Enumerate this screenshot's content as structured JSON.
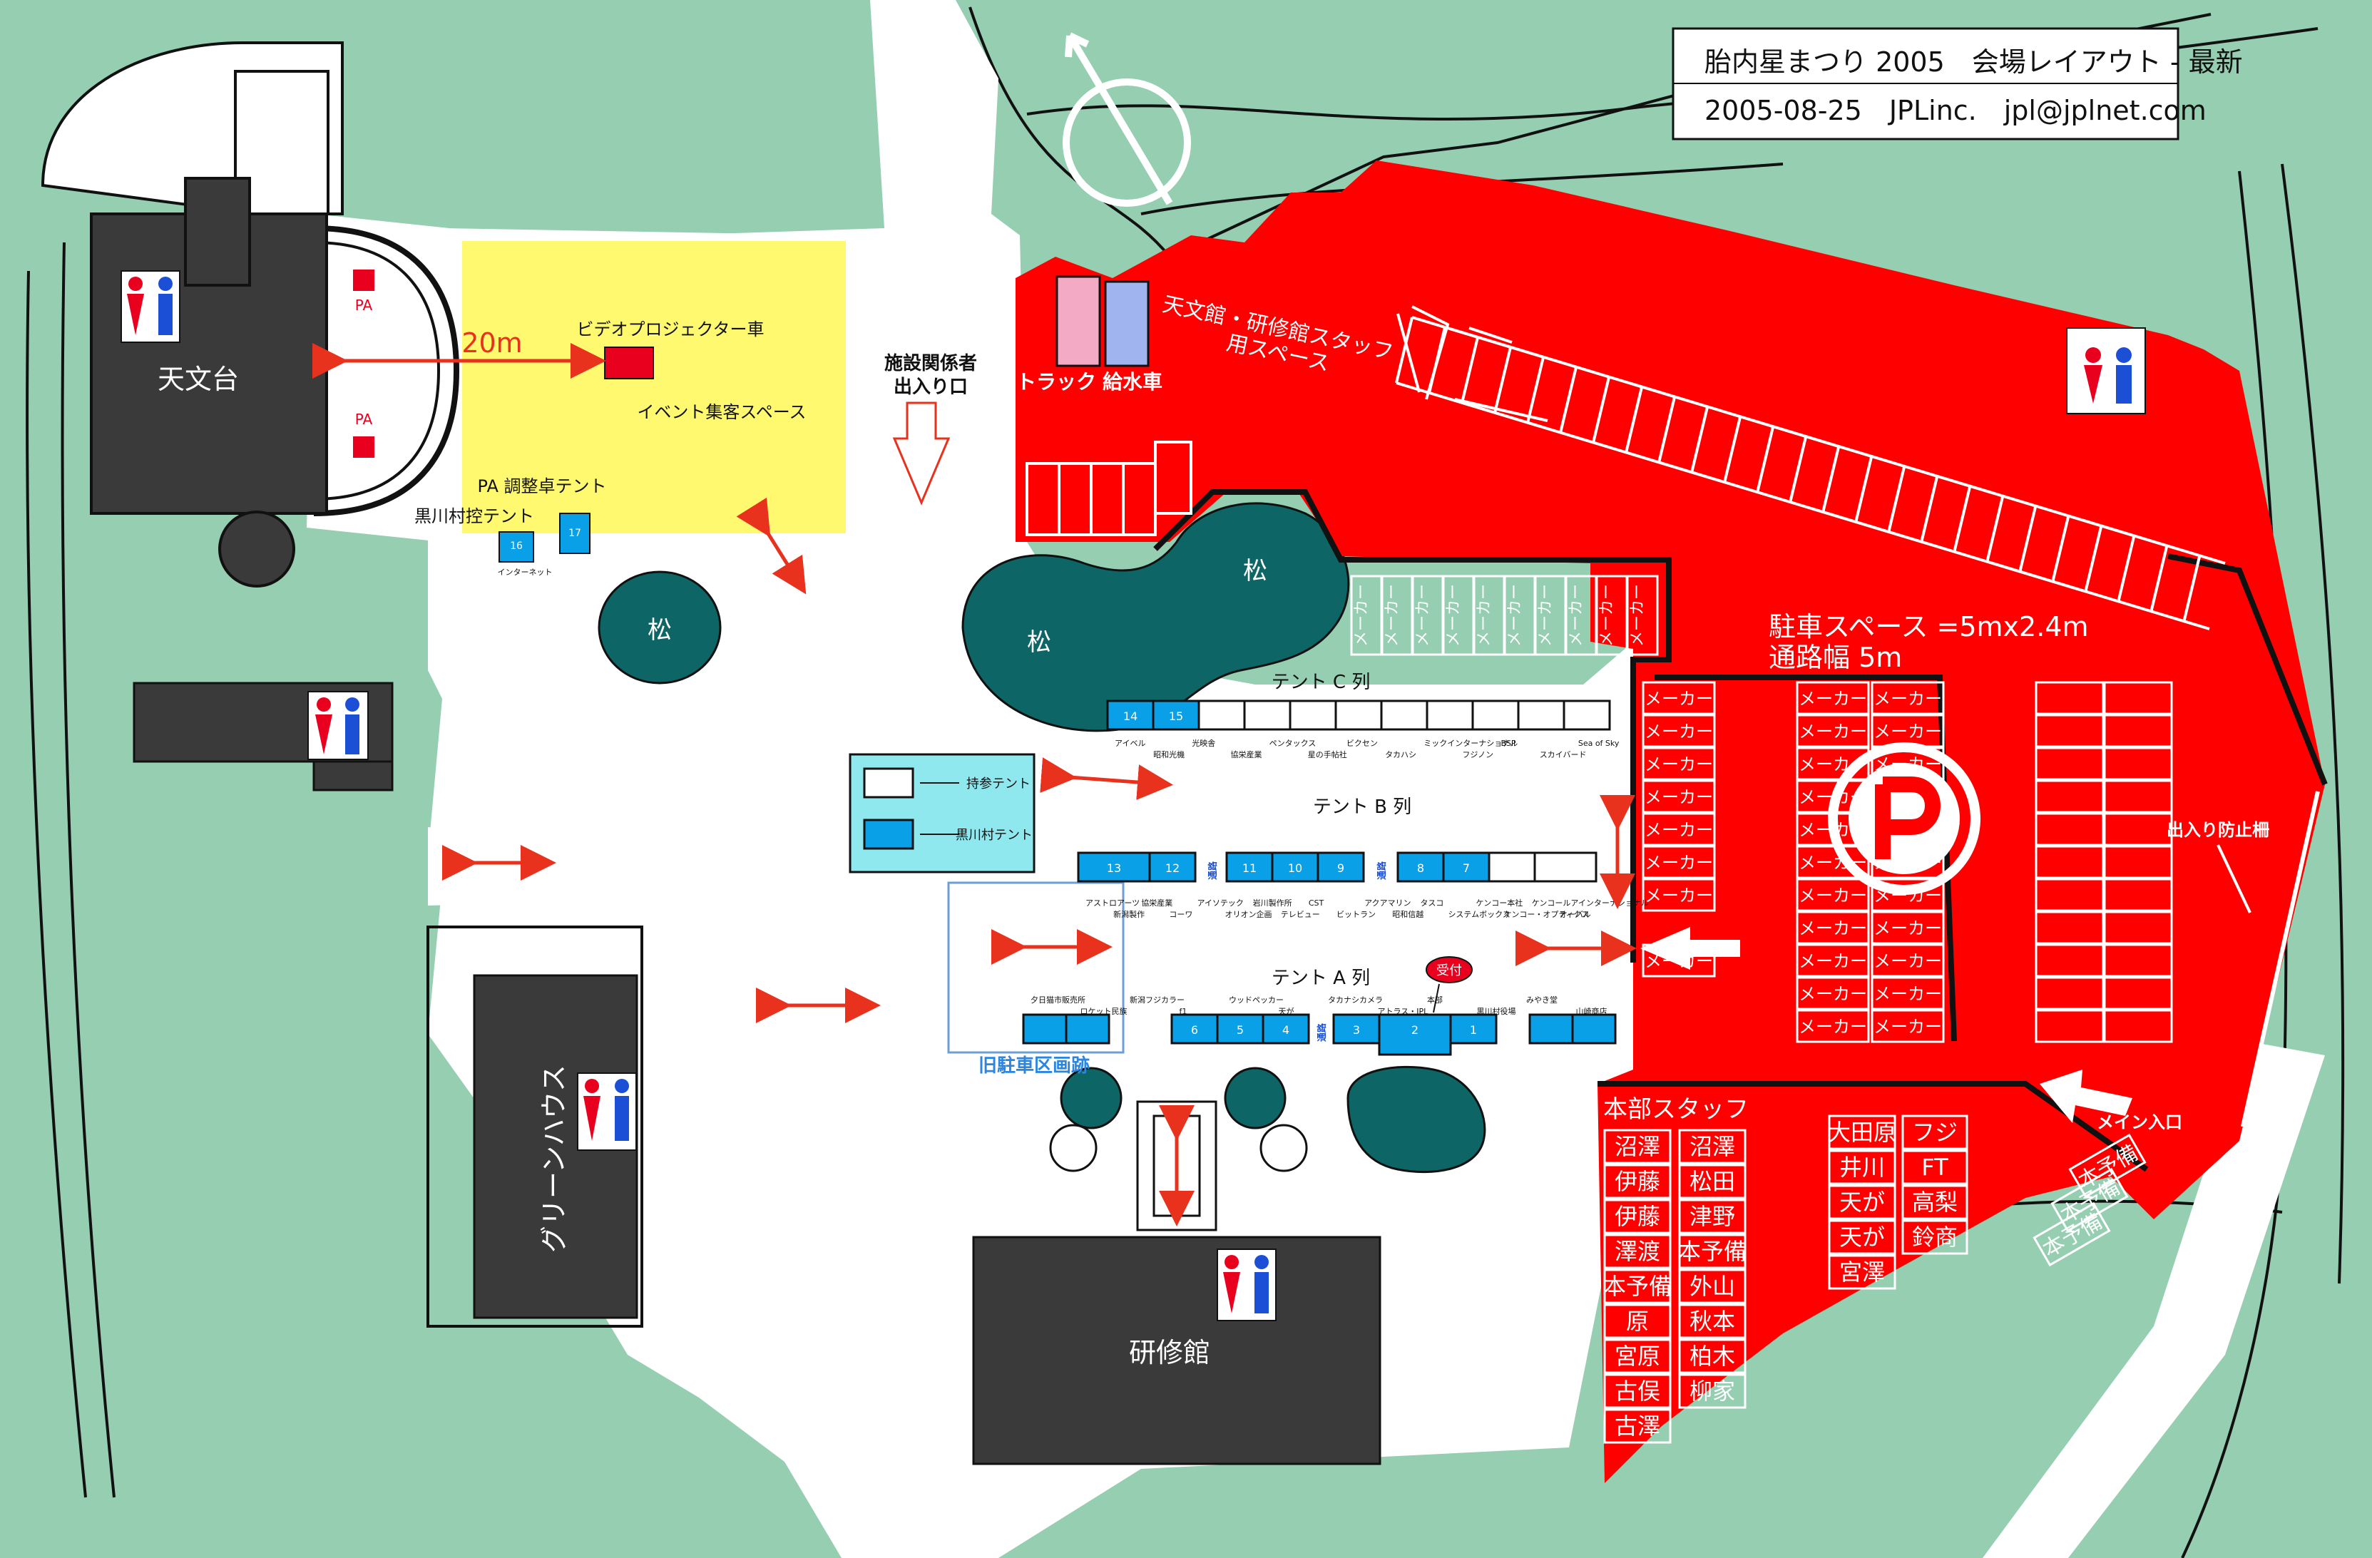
{
  "title_box": {
    "line1": "胎内星まつり 2005　会場レイアウト - 最新",
    "line2": "2005-08-25　JPLinc.　jpl@jplnet.com"
  },
  "colors": {
    "grass": "#95ceb0",
    "parking": "#ff0000",
    "event_space": "#fff970",
    "building": "#3a3a3a",
    "tent_blue": "#0aa0e8",
    "pine": "#0d6665",
    "legend_bg": "#8ee8ee",
    "arrow": "#e8321e"
  },
  "labels": {
    "observatory": "天文台",
    "pa": "PA",
    "distance": "20m",
    "video_truck": "ビデオプロジェクター車",
    "event_space": "イベント集客スペース",
    "pa_tent": "PA 調整卓テント",
    "kurokawa_tent": "黒川村控テント",
    "internet": "インターネット",
    "facility_entrance_1": "施設関係者",
    "facility_entrance_2": "出入り口",
    "pine": "松",
    "truck": "トラック",
    "water_truck": "給水車",
    "staff_space_1": "天文館・研修館スタッフ",
    "staff_space_2": "用スペース",
    "parking_spec_1": "駐車スペース =5mx2.4m",
    "parking_spec_2": "通路幅 5m",
    "maker": "メーカー",
    "no_entry_fence": "出入り防止柵",
    "main_entrance": "メイン入口",
    "hq_staff": "本部スタッフ",
    "green_house": "グリーンハウス",
    "training_hall": "研修館",
    "old_parking": "旧駐車区画跡",
    "reception": "受付",
    "aisle": "通路",
    "tent_c": "テント C 列",
    "tent_b": "テント B 列",
    "tent_a": "テント A 列",
    "legend_own": "持参テント",
    "legend_kurokawa": "黒川村テント"
  },
  "tents": {
    "c_numbers": [
      "14",
      "15"
    ],
    "b_numbers": [
      "13",
      "12",
      "11",
      "10",
      "9",
      "8",
      "7"
    ],
    "a_numbers": [
      "6",
      "5",
      "4",
      "3",
      "2",
      "1"
    ],
    "pa_numbers": [
      "16",
      "17"
    ]
  },
  "vendors": {
    "c_row": [
      "アイベル",
      "昭和光機",
      "光映舎",
      "協栄産業",
      "ペンタックス",
      "星の手帖社",
      "ビクセン",
      "タカハシ",
      "ミックインターナショナル",
      "フジノン",
      "BSP",
      "スカイバード",
      "Sea of Sky"
    ],
    "b_row": [
      "アストロアーツ",
      "新潟製作",
      "協栄産業",
      "コーワ",
      "アイソテック",
      "オリオン企画",
      "岩川製作所",
      "テレビュー",
      "CST",
      "ビットラン",
      "アクアマリン",
      "昭和信越",
      "タスコ",
      "システムボックス",
      "ケンコー本社",
      "ケンコー・オプティクス",
      "ケンコールアインターナショナル",
      "オーバル"
    ],
    "a_row": [
      "夕日猫市販売所",
      "ロケット民族",
      "新潟フジカラー",
      "f1",
      "ウッドペッカー",
      "天が",
      "タカナシカメラ",
      "アトラス・JPL",
      "本部",
      "黒川村役場",
      "みやき堂",
      "山崎商店"
    ]
  },
  "staff_parking": {
    "left_col": [
      "沼澤",
      "伊藤",
      "伊藤",
      "澤渡",
      "本予備",
      "原",
      "宮原",
      "古俣",
      "古澤"
    ],
    "mid_col": [
      "沼澤",
      "松田",
      "津野",
      "本予備",
      "外山",
      "秋本",
      "柏木",
      "柳家"
    ],
    "right_a": [
      "大田原",
      "井川",
      "天が",
      "天が",
      "宮澤"
    ],
    "right_b": [
      "フジ",
      "FT",
      "高梨",
      "鈴商"
    ],
    "diag": [
      "本予備",
      "本予備",
      "本予備"
    ]
  }
}
